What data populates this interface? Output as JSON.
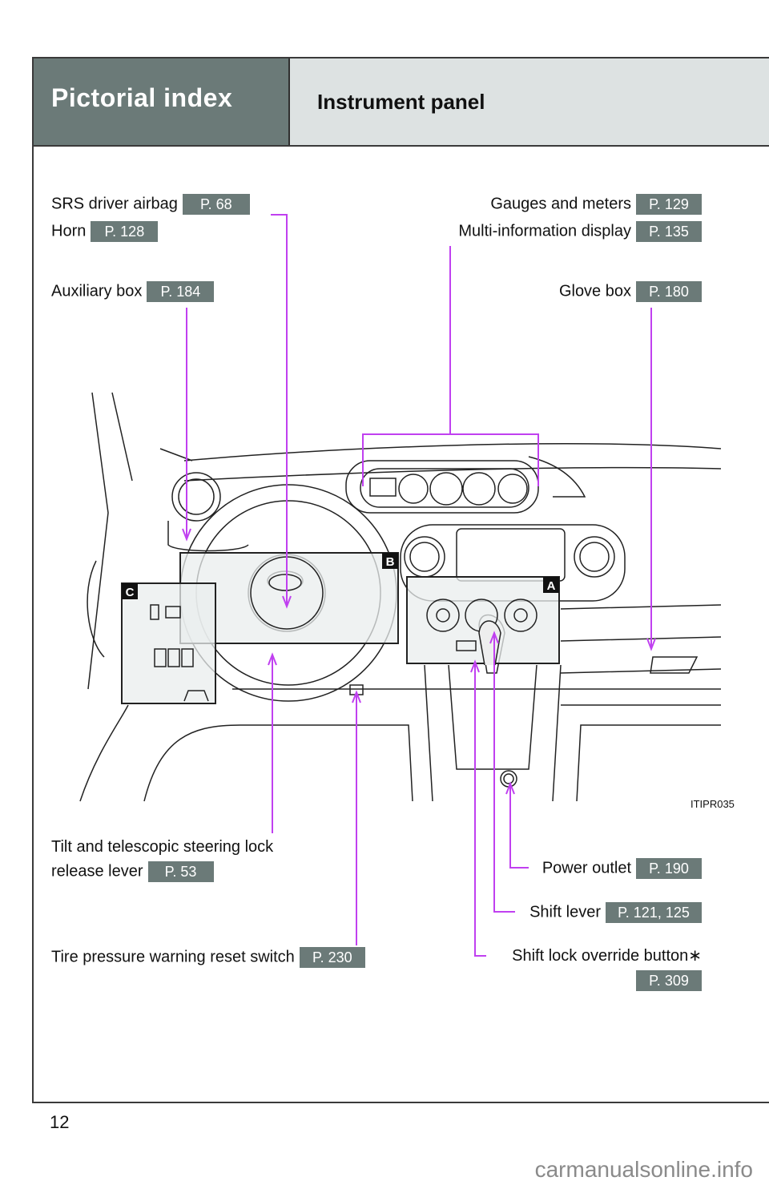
{
  "header": {
    "section_title": "Pictorial index",
    "page_title": "Instrument panel"
  },
  "callouts": {
    "srs_airbag": {
      "label": "SRS driver airbag",
      "page": "P. 68"
    },
    "horn": {
      "label": "Horn",
      "page": "P. 128"
    },
    "aux_box": {
      "label": "Auxiliary box",
      "page": "P. 184"
    },
    "gauges": {
      "label": "Gauges and meters",
      "page": "P. 129"
    },
    "multi_info": {
      "label": "Multi-information display",
      "page": "P. 135"
    },
    "glove_box": {
      "label": "Glove box",
      "page": "P. 180"
    },
    "tilt_line1": {
      "label": "Tilt and telescopic steering lock"
    },
    "tilt_line2": {
      "label": "release lever",
      "page": "P. 53"
    },
    "tire_pressure": {
      "label": "Tire pressure warning reset switch",
      "page": "P. 230"
    },
    "power_outlet": {
      "label": "Power outlet",
      "page": "P. 190"
    },
    "shift_lever": {
      "label": "Shift lever",
      "page": "P. 121, 125"
    },
    "shift_lock": {
      "label": "Shift lock override button∗",
      "page": "P. 309"
    }
  },
  "illustration": {
    "inset_labels": [
      "A",
      "B",
      "C"
    ],
    "reference_code": "ITIPR035",
    "leader_color": "#c040f0",
    "tag_color": "#6b7a78"
  },
  "footer": {
    "page_number": "12",
    "watermark": "carmanualsonline.info"
  }
}
